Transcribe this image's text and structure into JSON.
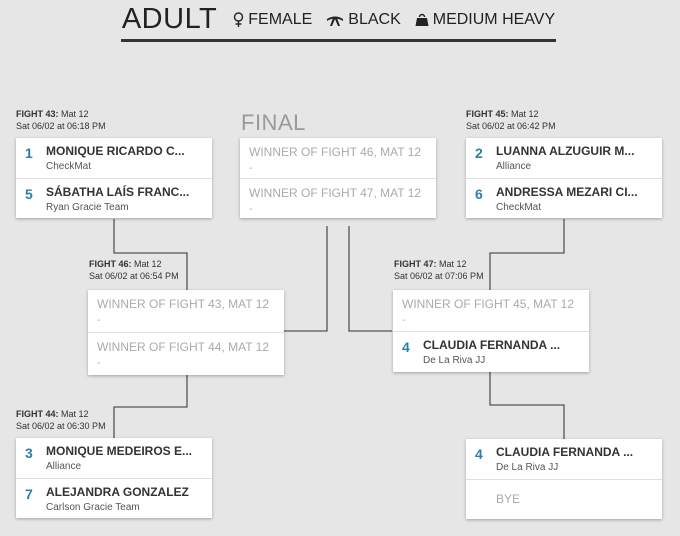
{
  "header": {
    "division": "ADULT",
    "gender": "FEMALE",
    "belt": "BLACK",
    "weight": "MEDIUM HEAVY",
    "icons": [
      "female-symbol-icon",
      "belt-icon",
      "weight-icon"
    ]
  },
  "final_label": "FINAL",
  "fights": {
    "f43": {
      "number": "FIGHT 43:",
      "mat": "Mat 12",
      "time": "Sat 06/02 at 06:18 PM",
      "slots": [
        {
          "seed": "1",
          "name": "MONIQUE RICARDO C...",
          "team": "CheckMat"
        },
        {
          "seed": "5",
          "name": "SÁBATHA LAÍS FRANC...",
          "team": "Ryan Gracie Team"
        }
      ]
    },
    "f44": {
      "number": "FIGHT 44:",
      "mat": "Mat 12",
      "time": "Sat 06/02 at 06:30 PM",
      "slots": [
        {
          "seed": "3",
          "name": "MONIQUE MEDEIROS E...",
          "team": "Alliance"
        },
        {
          "seed": "7",
          "name": "ALEJANDRA GONZALEZ",
          "team": "Carlson Gracie Team"
        }
      ]
    },
    "f45": {
      "number": "FIGHT 45:",
      "mat": "Mat 12",
      "time": "Sat 06/02 at 06:42 PM",
      "slots": [
        {
          "seed": "2",
          "name": "LUANNA ALZUGUIR M...",
          "team": "Alliance"
        },
        {
          "seed": "6",
          "name": "ANDRESSA MEZARI CI...",
          "team": "CheckMat"
        }
      ]
    },
    "f46": {
      "number": "FIGHT 46:",
      "mat": "Mat 12",
      "time": "Sat 06/02 at 06:54 PM",
      "slots": [
        {
          "name": "WINNER OF FIGHT 43, MAT 12",
          "team": "-"
        },
        {
          "name": "WINNER OF FIGHT 44, MAT 12",
          "team": "-"
        }
      ]
    },
    "f47": {
      "number": "FIGHT 47:",
      "mat": "Mat 12",
      "time": "Sat 06/02 at 07:06 PM",
      "slots": [
        {
          "name": "WINNER OF FIGHT 45, MAT 12",
          "team": "-"
        },
        {
          "seed": "4",
          "name": "CLAUDIA FERNANDA ...",
          "team": "De La Riva JJ"
        }
      ]
    },
    "final": {
      "slots": [
        {
          "name": "WINNER OF FIGHT 46, MAT 12",
          "team": "-"
        },
        {
          "name": "WINNER OF FIGHT 47, MAT 12",
          "team": "-"
        }
      ]
    },
    "bye": {
      "slots": [
        {
          "seed": "4",
          "name": "CLAUDIA FERNANDA ...",
          "team": "De La Riva JJ"
        },
        {
          "bye": "BYE"
        }
      ]
    }
  },
  "colors": {
    "background": "#e6e6e6",
    "seed": "#2d7fa5",
    "connector": "#555555",
    "placeholder": "#aaaaaa"
  }
}
